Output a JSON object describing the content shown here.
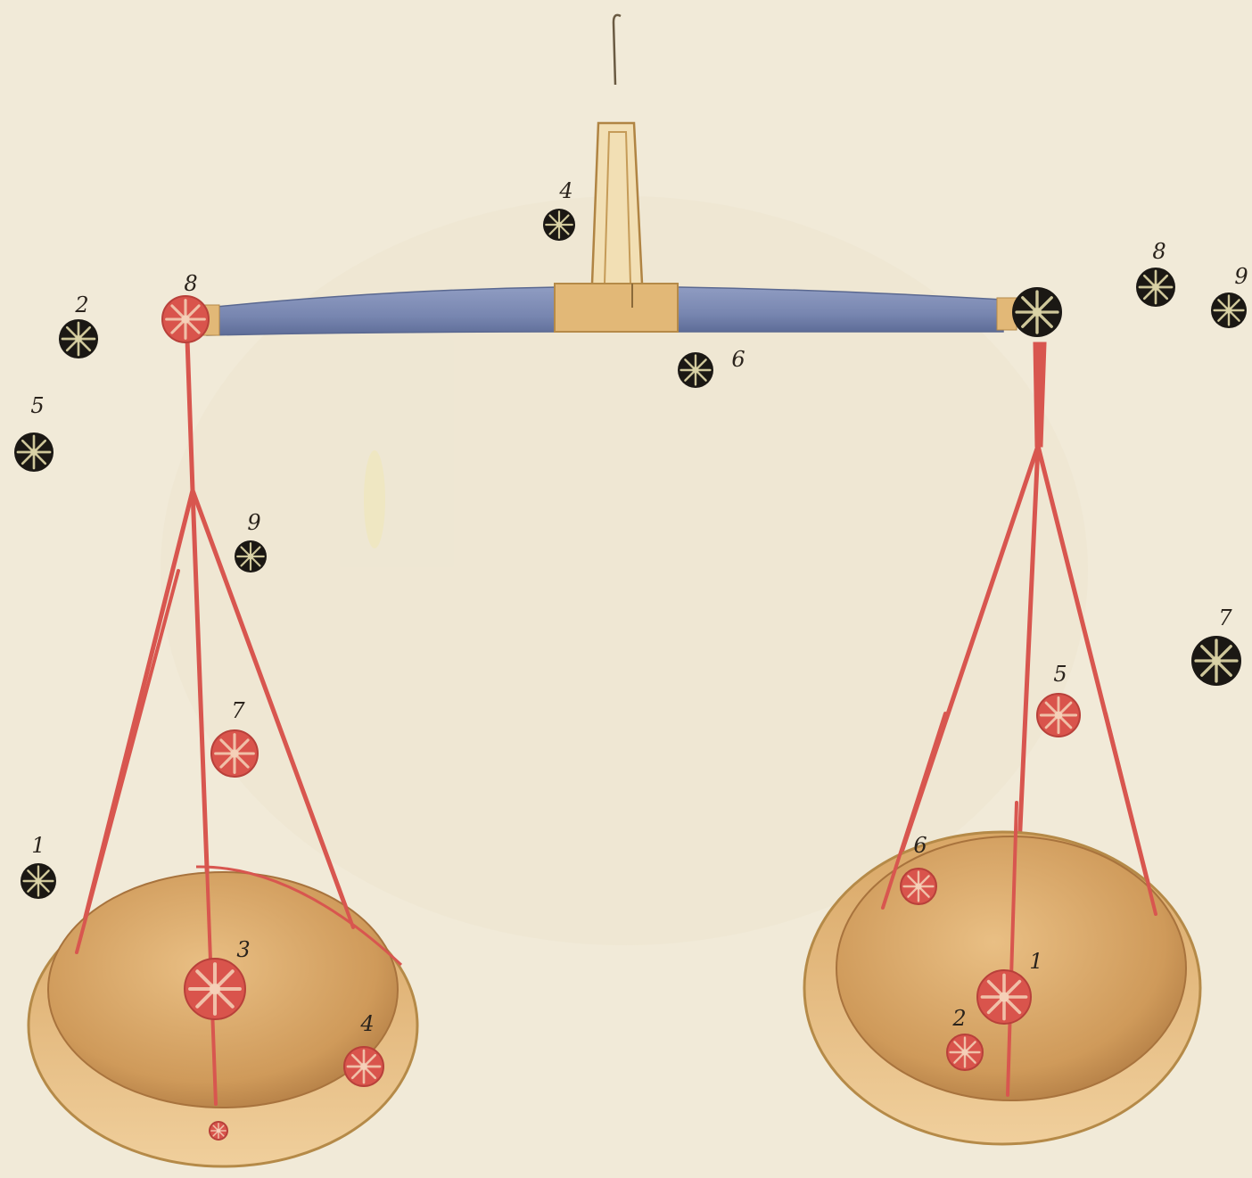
{
  "colors": {
    "parchment": "#f1ead8",
    "beam_blue": "#7f8db4",
    "beam_blue_dark": "#5e6d98",
    "cord_red": "#d8564f",
    "fulcrum_gold": "#e2b877",
    "pan_light": "#e6b879",
    "pan_dark": "#b98346",
    "star_black": "#1b1814",
    "star_ray": "#cfc79a",
    "red_star": "#d9544c"
  },
  "stars": [
    {
      "id": "star-4-pivot",
      "label": "4",
      "color": "black"
    },
    {
      "id": "star-8-beam-left",
      "label": "8",
      "color": "red"
    },
    {
      "id": "star-beam-right-end",
      "label": "",
      "color": "black"
    },
    {
      "id": "star-8-far-right",
      "label": "8",
      "color": "black"
    },
    {
      "id": "star-9-far-right",
      "label": "9",
      "color": "black"
    },
    {
      "id": "star-2-upper-left",
      "label": "2",
      "color": "black"
    },
    {
      "id": "star-6-under-beam",
      "label": "6",
      "color": "black"
    },
    {
      "id": "star-5-left",
      "label": "5",
      "color": "black"
    },
    {
      "id": "star-9-left-cords",
      "label": "9",
      "color": "black"
    },
    {
      "id": "star-7-right",
      "label": "7",
      "color": "black"
    },
    {
      "id": "star-7-left-cords",
      "label": "7",
      "color": "red"
    },
    {
      "id": "star-5-right-cords",
      "label": "5",
      "color": "red"
    },
    {
      "id": "star-1-lower-left",
      "label": "1",
      "color": "black"
    },
    {
      "id": "star-3-left-pan",
      "label": "3",
      "color": "red"
    },
    {
      "id": "star-4-left-pan",
      "label": "4",
      "color": "red"
    },
    {
      "id": "star-left-pan-bottom",
      "label": "",
      "color": "red"
    },
    {
      "id": "star-6-right-pan",
      "label": "6",
      "color": "red"
    },
    {
      "id": "star-1-right-pan",
      "label": "1",
      "color": "red"
    },
    {
      "id": "star-2-right-pan",
      "label": "2",
      "color": "red"
    }
  ]
}
